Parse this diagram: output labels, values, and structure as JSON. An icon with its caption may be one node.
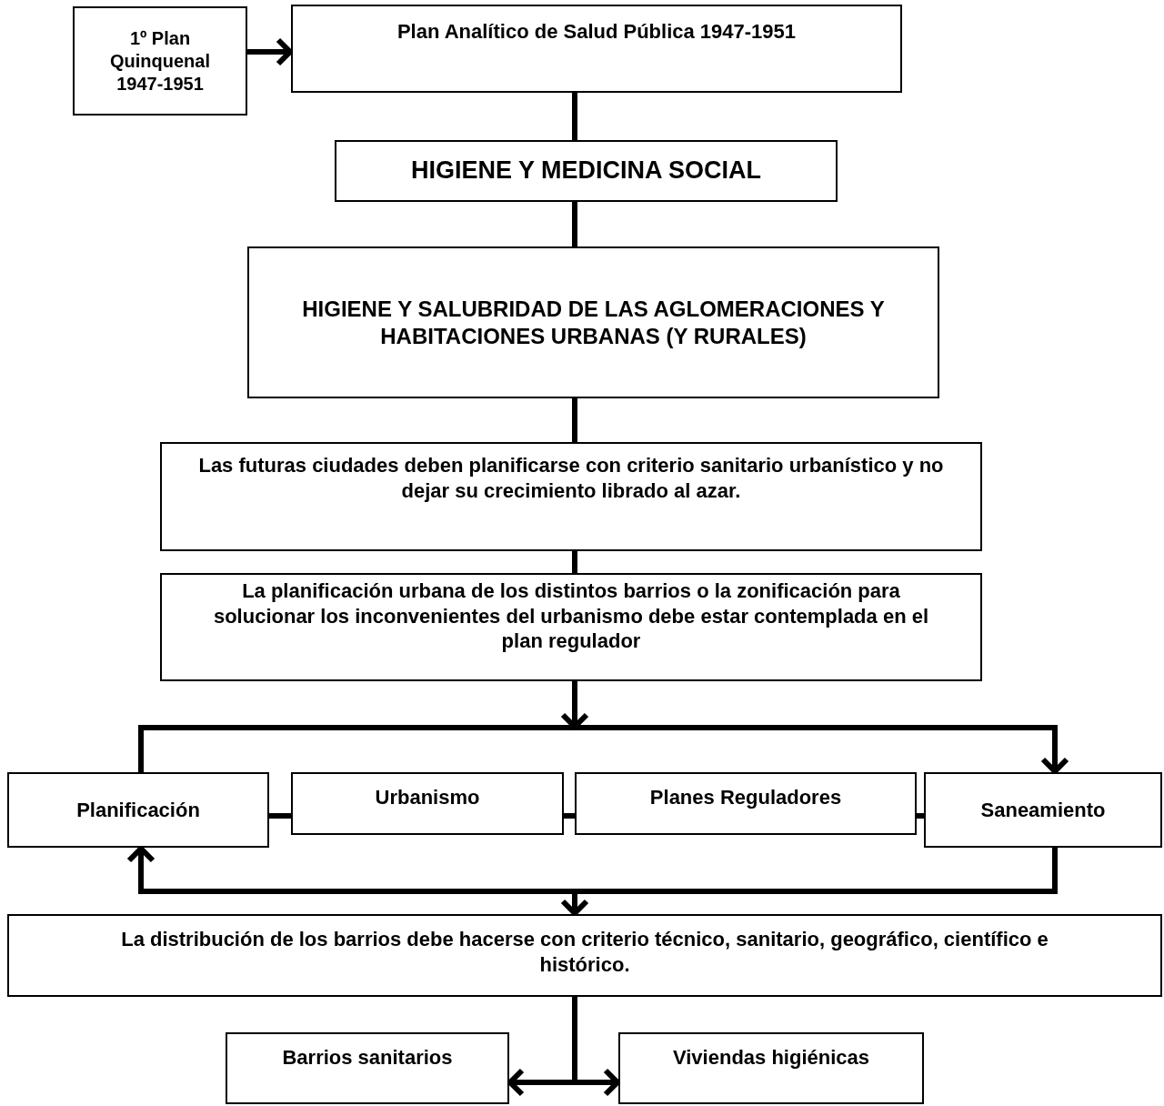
{
  "diagram": {
    "nodes": [
      {
        "text": [
          "1º Plan Quinquenal 1947-1951"
        ]
      },
      {
        "text": [
          "Plan Analítico de Salud Pública 1947-1951"
        ]
      },
      {
        "text": [
          "HIGIENE Y MEDICINA SOCIAL"
        ]
      },
      {
        "text": [
          "HIGIENE Y SALUBRIDAD DE LAS AGLOMERACIONES Y HABITACIONES URBANAS (Y RURALES)"
        ]
      },
      {
        "text": [
          "Las futuras ciudades deben planificarse con criterio sanitario urbanístico y no dejar su crecimiento librado al azar."
        ]
      },
      {
        "text": [
          "La planificación urbana de los distintos barrios o la zonificación para solucionar los inconvenientes del urbanismo debe estar contemplada en el plan regulador"
        ]
      },
      {
        "text": [
          "Planificación"
        ]
      },
      {
        "text": [
          "Urbanismo"
        ]
      },
      {
        "text": [
          "Planes Reguladores"
        ]
      },
      {
        "text": [
          "Saneamiento"
        ]
      },
      {
        "text": [
          "La distribución de los barrios debe hacerse con criterio técnico, sanitario, geográfico, científico e histórico."
        ]
      },
      {
        "text": [
          "Barrios sanitarios"
        ]
      },
      {
        "text": [
          "Viviendas higiénicas"
        ]
      }
    ],
    "edges": [
      {
        "from": 0,
        "to": 1,
        "arrow": "to"
      },
      {
        "from": 1,
        "to": 2,
        "arrow": "none"
      },
      {
        "from": 2,
        "to": 3,
        "arrow": "none"
      },
      {
        "from": 3,
        "to": 4,
        "arrow": "none"
      },
      {
        "from": 4,
        "to": 5,
        "arrow": "none"
      },
      {
        "from": 5,
        "to": 6,
        "arrow": "none"
      },
      {
        "from": 5,
        "to": 9,
        "arrow": "to"
      },
      {
        "from": 6,
        "to": 7,
        "arrow": "none"
      },
      {
        "from": 7,
        "to": 8,
        "arrow": "none"
      },
      {
        "from": 8,
        "to": 9,
        "arrow": "none"
      },
      {
        "from": 9,
        "to": 6,
        "arrow": "to"
      },
      {
        "from": 9,
        "to": 10,
        "arrow": "to"
      },
      {
        "from": 10,
        "to": 11,
        "arrow": "to"
      },
      {
        "from": 10,
        "to": 12,
        "arrow": "to"
      }
    ]
  }
}
